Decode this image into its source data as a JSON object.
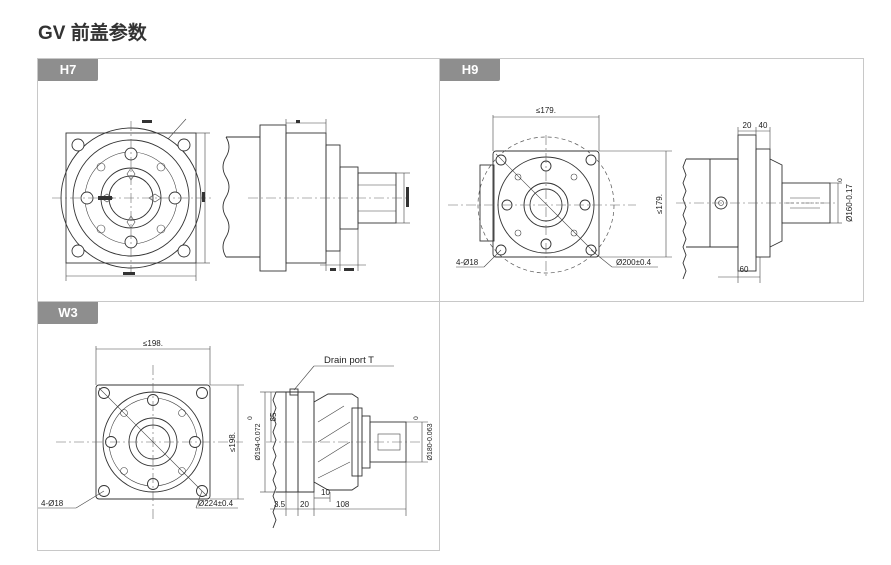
{
  "page": {
    "title": "GV 前盖参数"
  },
  "panels": {
    "h7": {
      "tag": "H7"
    },
    "h9": {
      "tag": "H9",
      "dims": {
        "width_top": "≤179.",
        "height_side": "≤179.",
        "holes": "4-Ø18",
        "pcd": "Ø200±0.4",
        "top_a": "20",
        "top_b": "40",
        "bottom": "60",
        "shaft_tol_top": "0",
        "shaft": "Ø160-0.17"
      }
    },
    "w3": {
      "tag": "W3",
      "dims": {
        "width_top": "≤198.",
        "height_side": "≤198.",
        "holes": "4-Ø18",
        "pcd": "Ø224±0.4",
        "drain": "Drain port T",
        "pilot_tol_top": "0",
        "pilot": "Ø194-0.072",
        "depth": "85",
        "shaft_tol_top": "0",
        "shaft": "Ø180-0.063",
        "d1": "3.5",
        "d2": "20",
        "d3": "10",
        "d4": "108"
      }
    }
  }
}
